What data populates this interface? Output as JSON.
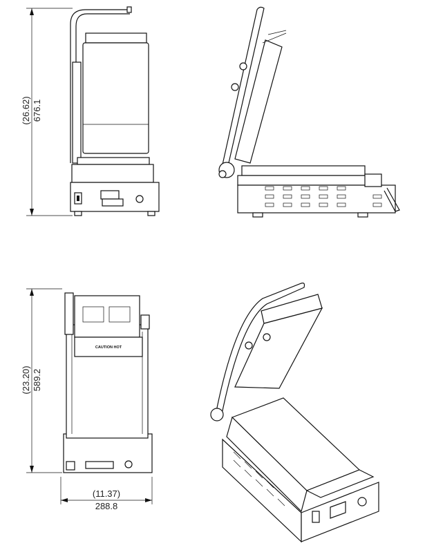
{
  "views": {
    "front": {
      "height_in": "(26.62)",
      "height_mm": "676.1"
    },
    "side": {},
    "top": {
      "depth_in": "(23.20)",
      "depth_mm": "589.2",
      "width_in": "(11.37)",
      "width_mm": "288.8",
      "plate_label": "CAUTION HOT"
    },
    "isometric": {}
  }
}
